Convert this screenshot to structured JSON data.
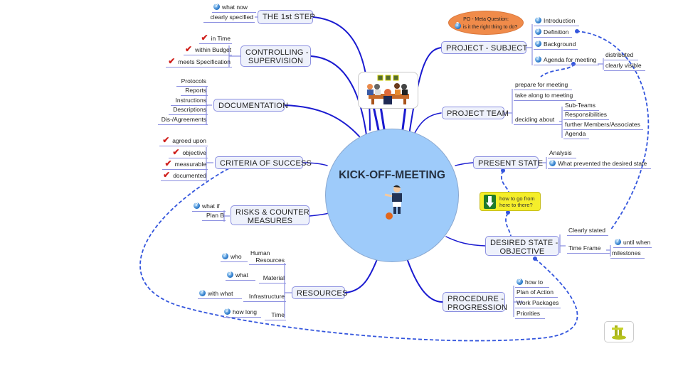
{
  "hub": {
    "title": "KICK-OFF-MEETING",
    "image": "soccer-player-icon"
  },
  "colors": {
    "hub_fill": "#9ecbfa",
    "branch_line": "#1a1ad0",
    "node_fill": "#eef1fb",
    "node_border": "#8b8fe0",
    "meta_fill": "#f08b4a",
    "goal_fill": "#f5ee2a",
    "check": "#d0201c",
    "dashed_link": "#3355dd"
  },
  "left": {
    "first_step": {
      "label": "THE 1st STEP",
      "leaves": [
        {
          "text": "what now",
          "icon": "question"
        },
        {
          "text": "clearly specified"
        }
      ]
    },
    "controlling": {
      "label_1": "CONTROLLING -",
      "label_2": "SUPERVISION",
      "leaves": [
        {
          "text": "in Time",
          "icon": "check"
        },
        {
          "text": "within Budget",
          "icon": "check"
        },
        {
          "text": "meets Specification",
          "icon": "check"
        }
      ]
    },
    "documentation": {
      "label": "DOCUMENTATION",
      "leaves": [
        "Protocols",
        "Reports",
        "Instructions",
        "Descriptions",
        "Dis-/Agreements"
      ]
    },
    "criteria": {
      "label": "CRITERIA OF SUCCESS",
      "leaves": [
        {
          "text": "agreed upon",
          "icon": "check"
        },
        {
          "text": "objective",
          "icon": "check"
        },
        {
          "text": "measurable",
          "icon": "check"
        },
        {
          "text": "documented",
          "icon": "check"
        }
      ]
    },
    "risks": {
      "label_1": "RISKS & COUNTER",
      "label_2": "MEASURES",
      "leaves": [
        {
          "text": "what if",
          "icon": "question"
        },
        {
          "text": "Plan B"
        }
      ]
    },
    "resources": {
      "label": "RESOURCES",
      "items": [
        {
          "text_1": "Human",
          "text_2": "Resources",
          "sub": "who"
        },
        {
          "text": "Material",
          "sub": "what"
        },
        {
          "text": "Infrastructure",
          "sub": "with what"
        },
        {
          "text": "Time",
          "sub": "how long"
        }
      ]
    }
  },
  "right": {
    "meta": {
      "line_1": "PO - Meta Question:",
      "line_2": "is it the right thing to do?"
    },
    "subject": {
      "label": "PROJECT - SUBJECT",
      "leaves": [
        "Introduction",
        "Definition",
        "Background",
        "Agenda for meeting"
      ],
      "agenda_sub": [
        "distributed",
        "clearly visible"
      ]
    },
    "team": {
      "label": "PROJECT TEAM",
      "leaves": [
        "prepare for meeting",
        "take along to meeting",
        "deciding about"
      ],
      "deciding_sub": [
        "Sub-Teams",
        "Responsibilities",
        "further Members/Associates",
        "Agenda"
      ]
    },
    "present": {
      "label": "PRESENT STATE",
      "leaves": [
        "Analysis",
        "What prevented the desired state"
      ]
    },
    "goal": {
      "line_1": "how to go from",
      "line_2": "here to there?"
    },
    "desired": {
      "label_1": "DESIRED STATE -",
      "label_2": "OBJECTIVE",
      "leaves": [
        "Clearly stated",
        "Time Frame"
      ],
      "timeframe_sub": [
        "until when",
        "milestones"
      ]
    },
    "procedure": {
      "label_1": "PROCEDURE -",
      "label_2": "PROGRESSION",
      "leaves": [
        "how to",
        "Plan of Action",
        "Work Packages",
        "Priorities"
      ]
    }
  }
}
